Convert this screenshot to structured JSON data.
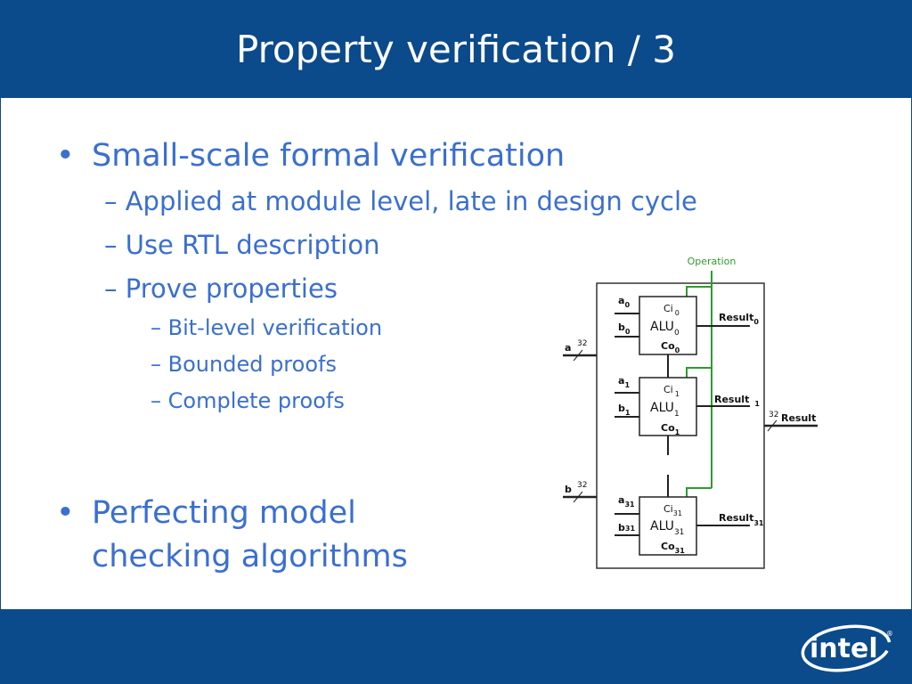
{
  "slide": {
    "title": "Property verification / 3",
    "bullets": [
      {
        "text": "Small-scale formal verification",
        "subs": [
          {
            "text": "Applied at module level, late in design cycle"
          },
          {
            "text": "Use RTL description"
          },
          {
            "text": "Prove properties",
            "subs": [
              "Bit-level verification",
              "Bounded proofs",
              "Complete proofs"
            ]
          }
        ]
      },
      {
        "text_line1": "Perfecting model",
        "text_line2": "checking algorithms"
      }
    ],
    "bullet_char": "•",
    "sub_char": "–"
  },
  "diagram": {
    "operation_label": "Operation",
    "input_a": {
      "name": "a",
      "width": "32"
    },
    "input_b": {
      "name": "b",
      "width": "32"
    },
    "output": {
      "name": "Result",
      "width": "32"
    },
    "alus": [
      {
        "a": "a",
        "a_sub": "0",
        "b": "b",
        "b_sub": "0",
        "ci": "Ci",
        "ci_sub": "0",
        "alu": "ALU",
        "alu_sub": "0",
        "co": "Co",
        "co_sub": "0",
        "result": "Result",
        "result_sub": "0"
      },
      {
        "a": "a",
        "a_sub": "1",
        "b": "b",
        "b_sub": "1",
        "ci": "Ci",
        "ci_sub": "1",
        "alu": "ALU",
        "alu_sub": "1",
        "co": "Co",
        "co_sub": "1",
        "result": "Result",
        "result_sub": "1"
      },
      {
        "a": "a",
        "a_sub": "31",
        "b": "b",
        "b_sub": "31",
        "ci": "Ci",
        "ci_sub": "31",
        "alu": "ALU",
        "alu_sub": "31",
        "co": "Co",
        "co_sub": "31",
        "result": "Result",
        "result_sub": "31"
      }
    ]
  },
  "logo": {
    "text": "intel",
    "registered": "®"
  },
  "colors": {
    "brand_blue": "#0b4a8b",
    "text_blue": "#3a6fd0",
    "operation_green": "#2e9a2e"
  }
}
